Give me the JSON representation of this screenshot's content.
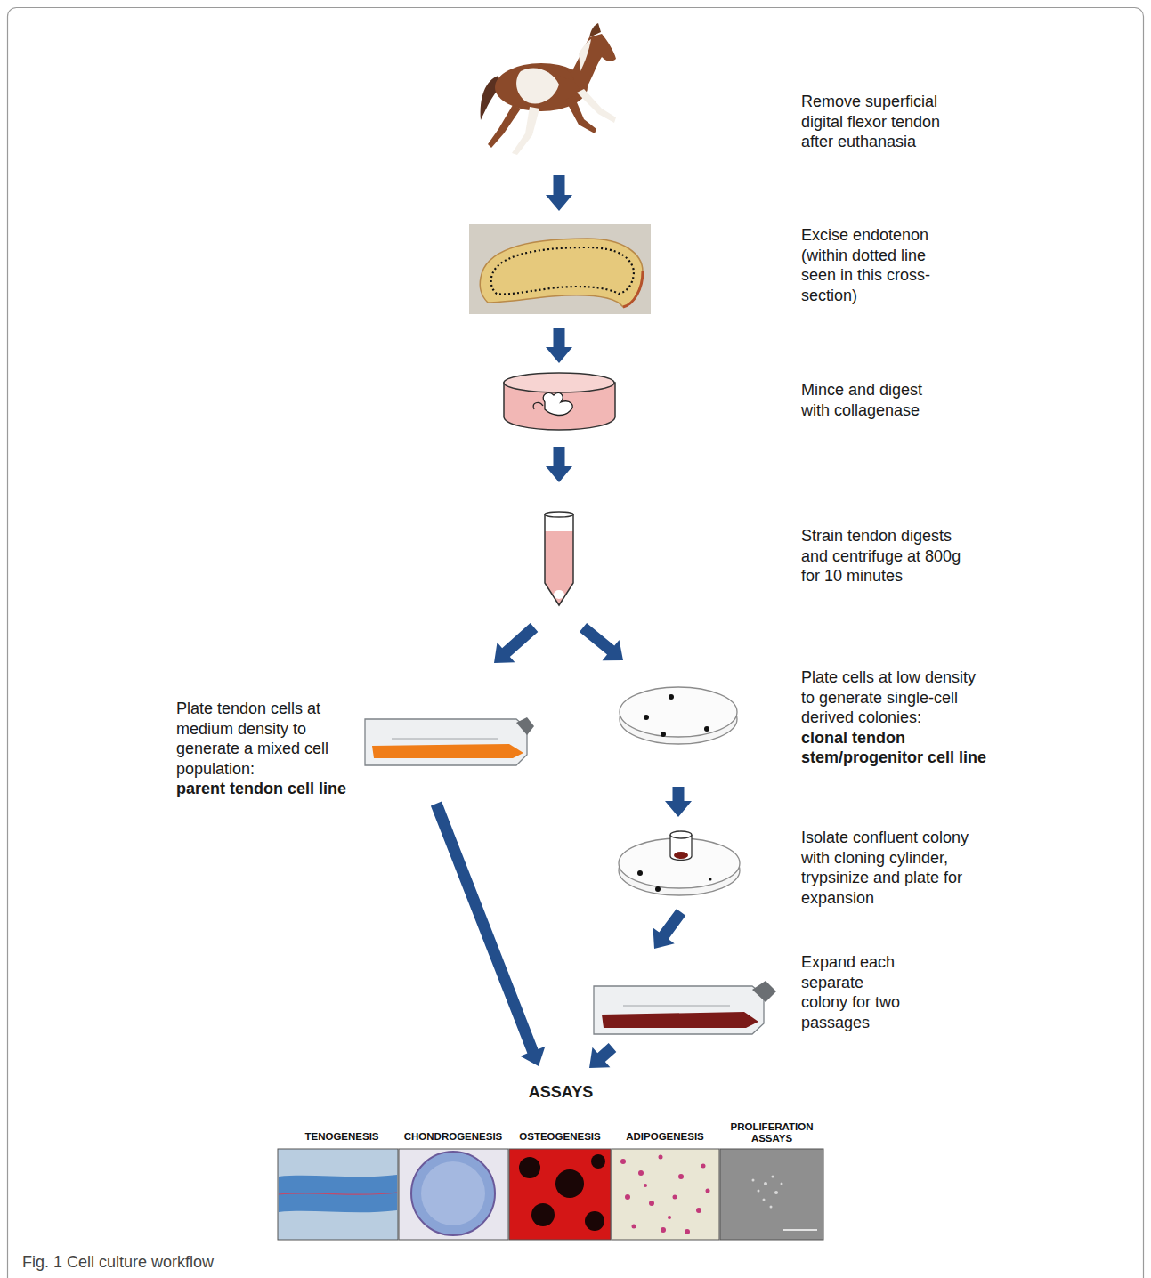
{
  "diagram": {
    "caption": "Fig. 1 Cell culture workflow",
    "nodes": [
      {
        "text": [
          "Remove superficial digital flexor tendon after euthanasia"
        ]
      },
      {
        "text": [
          "Excise endotenon (within dotted line seen in this cross-section)"
        ]
      },
      {
        "text": [
          "Mince and digest with collagenase"
        ]
      },
      {
        "text": [
          "Strain tendon digests and centrifuge at 800g for 10 minutes"
        ]
      },
      {
        "text": [
          "Plate tendon cells at medium density to generate a mixed cell population:",
          "parent tendon cell line"
        ]
      },
      {
        "text": [
          "Plate cells at low density to generate single-cell derived colonies:",
          "clonal tendon stem/progenitor cell line"
        ]
      },
      {
        "text": [
          "Isolate confluent colony with cloning cylinder, trypsinize and plate for expansion"
        ]
      },
      {
        "text": [
          "Expand each separate colony for two passages"
        ]
      },
      {
        "text": [
          "ASSAYS"
        ]
      }
    ],
    "edges": [
      {
        "from": 0,
        "to": 1,
        "arrow": "to"
      },
      {
        "from": 1,
        "to": 2,
        "arrow": "to"
      },
      {
        "from": 2,
        "to": 3,
        "arrow": "to"
      },
      {
        "from": 3,
        "to": 4,
        "arrow": "to"
      },
      {
        "from": 3,
        "to": 5,
        "arrow": "to"
      },
      {
        "from": 5,
        "to": 6,
        "arrow": "to"
      },
      {
        "from": 6,
        "to": 7,
        "arrow": "to"
      },
      {
        "from": 4,
        "to": 8,
        "arrow": "to"
      },
      {
        "from": 7,
        "to": 8,
        "arrow": "to"
      }
    ],
    "labels": [
      "TENOGENESIS",
      "CHONDROGENESIS",
      "OSTEOGENESIS",
      "ADIPOGENESIS",
      "PROLIFERATION ASSAYS"
    ]
  }
}
